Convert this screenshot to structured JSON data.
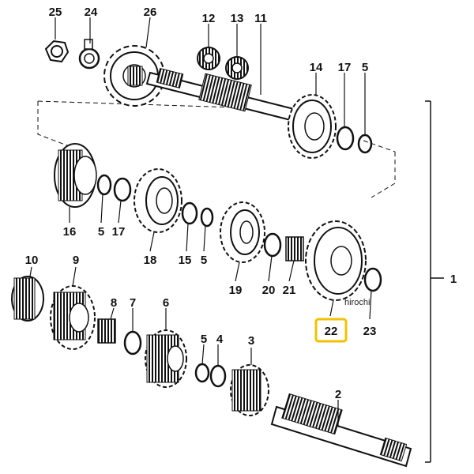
{
  "diagram": {
    "watermark": "hirochi",
    "highlight_color": "#f2c200",
    "highlighted_label": "22",
    "group_label": "1",
    "labels": {
      "l25": "25",
      "l24": "24",
      "l26": "26",
      "l12": "12",
      "l13": "13",
      "l11": "11",
      "l14": "14",
      "l17a": "17",
      "l5a": "5",
      "l16": "16",
      "l5b": "5",
      "l17b": "17",
      "l18": "18",
      "l15": "15",
      "l5c": "5",
      "l19": "19",
      "l20": "20",
      "l21": "21",
      "l22": "22",
      "l23": "23",
      "l10": "10",
      "l9": "9",
      "l8": "8",
      "l7": "7",
      "l6": "6",
      "l5d": "5",
      "l4": "4",
      "l3": "3",
      "l2": "2",
      "l1": "1"
    }
  }
}
